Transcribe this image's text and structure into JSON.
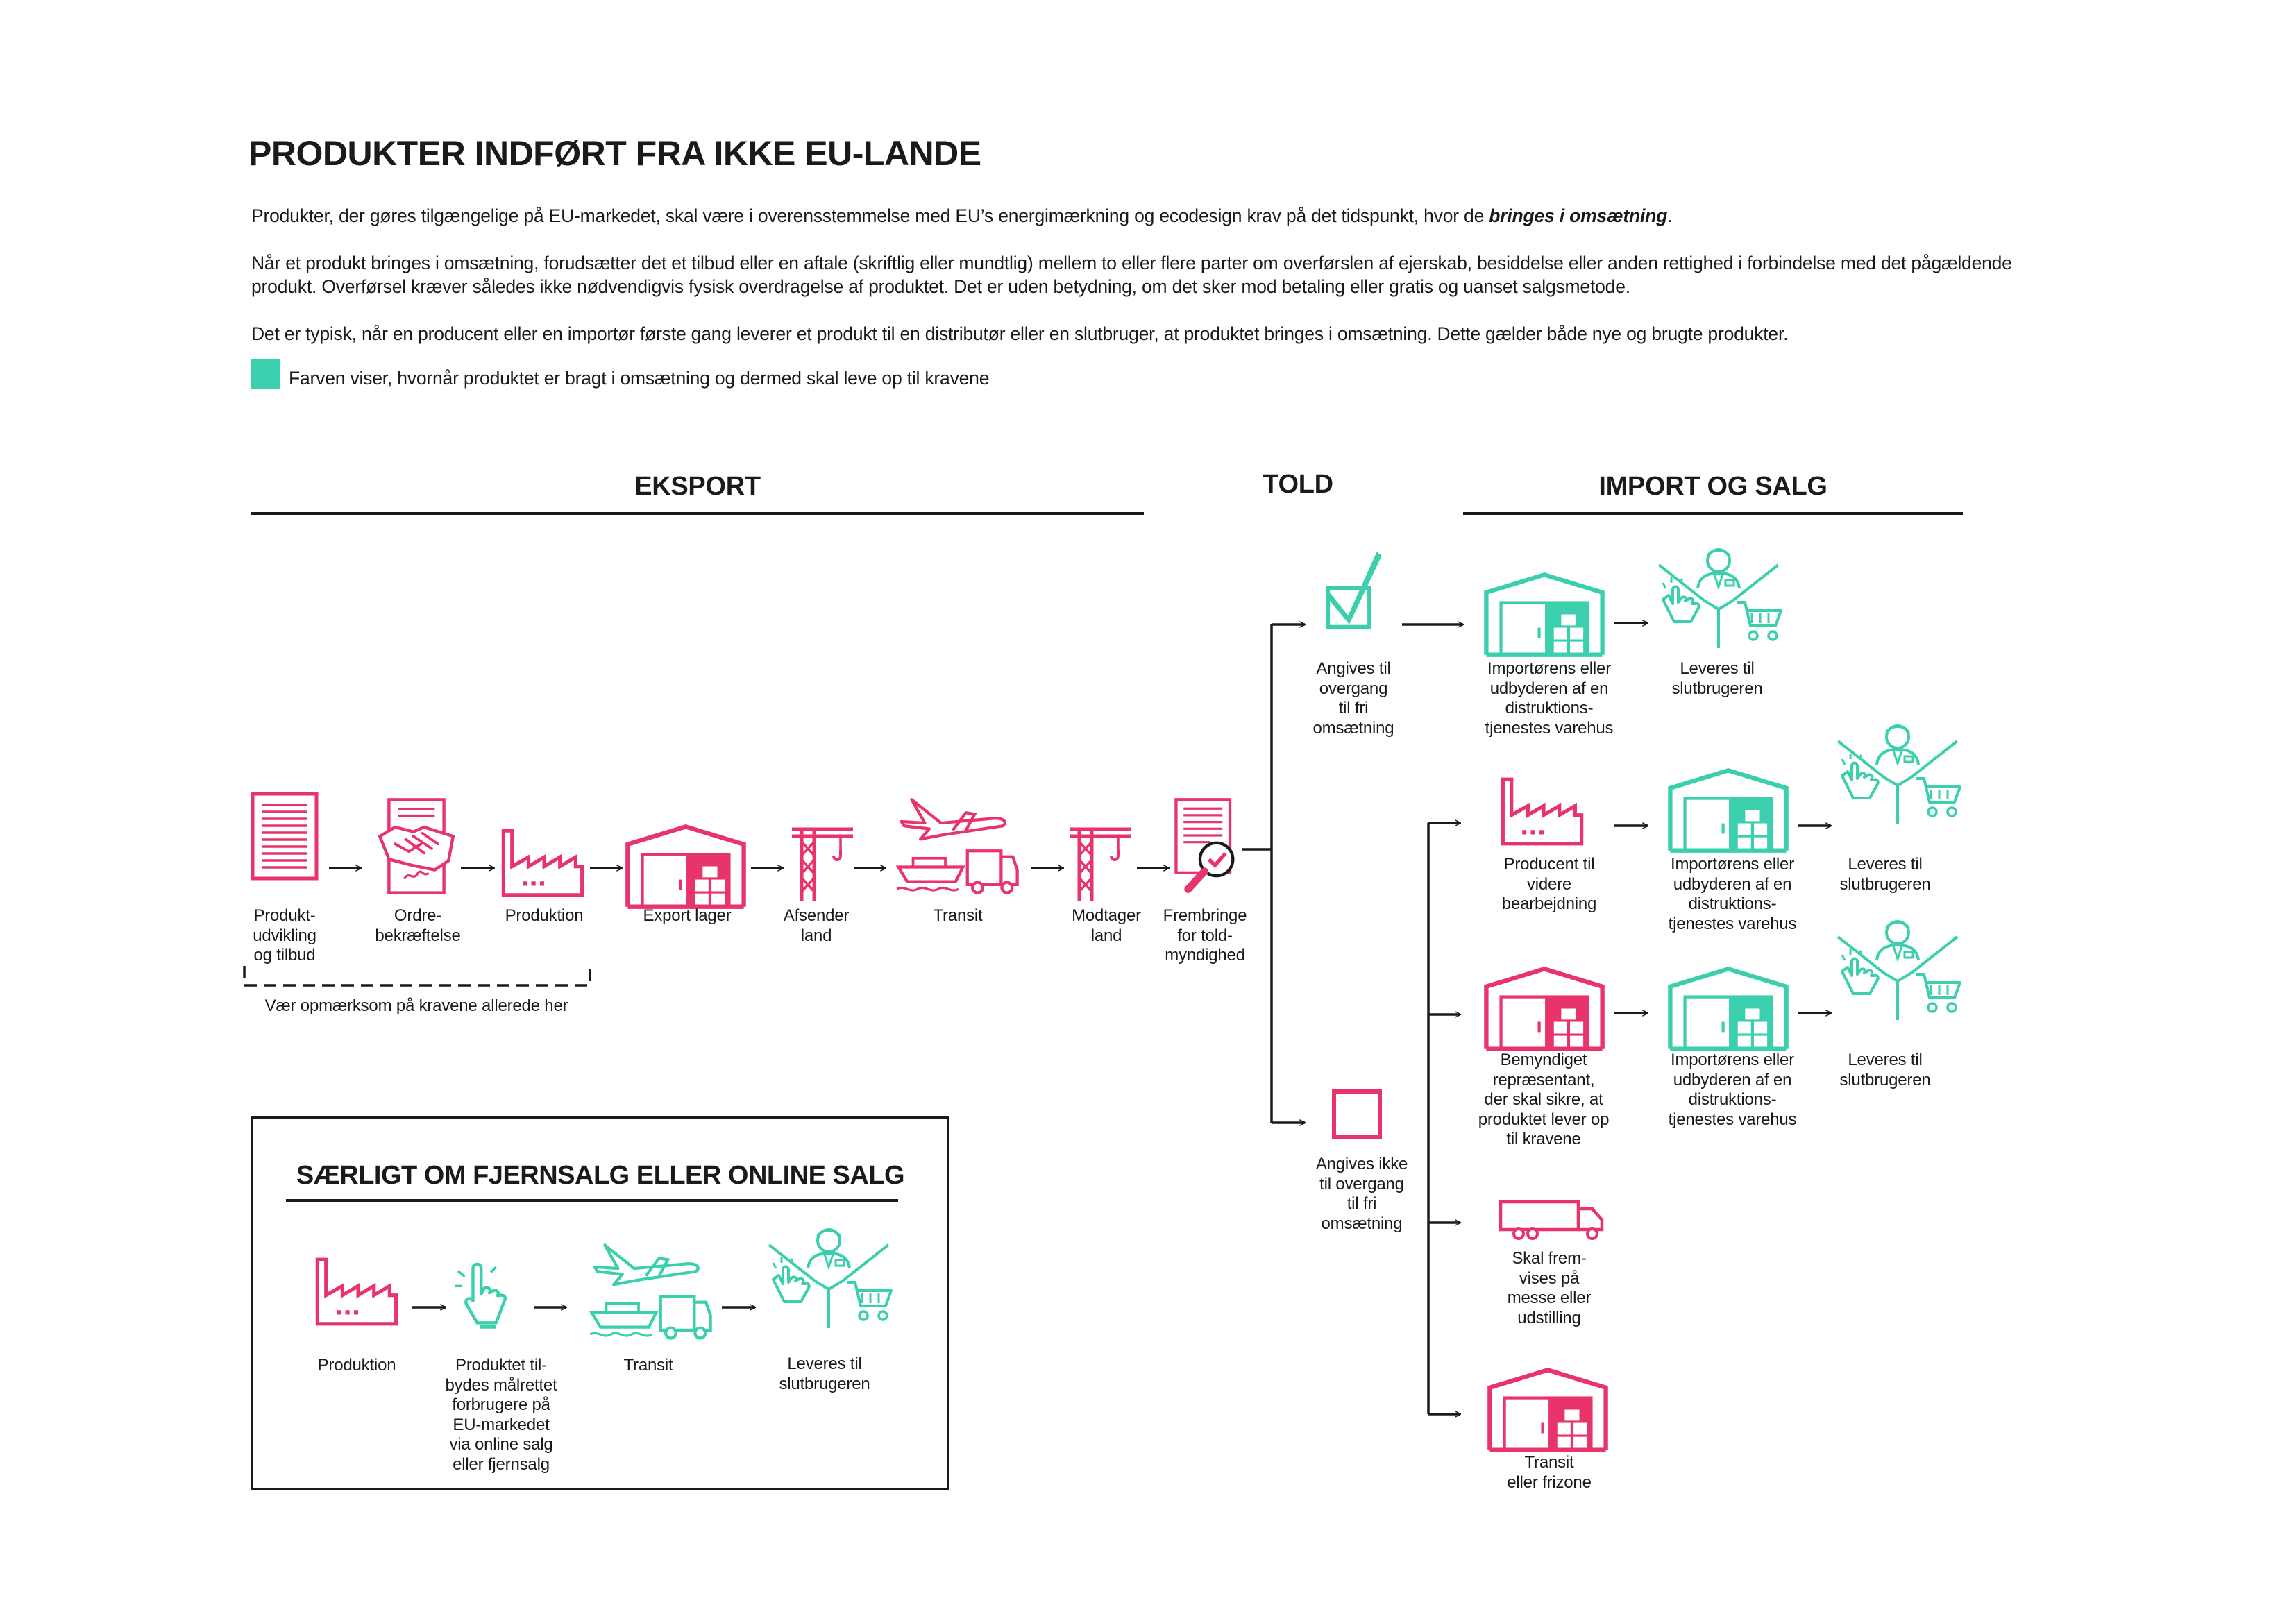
{
  "title": "PRODUKTER INDFØRT FRA IKKE EU-LANDE",
  "intro": {
    "p1_before": "Produkter, der gøres tilgængelige på EU-markedet, skal være i overensstemmelse med EU’s energimærkning og ecodesign krav på det tidspunkt, hvor de ",
    "p1_emph": "bringes i omsætning",
    "p1_after": ".",
    "p2": "Når et produkt bringes i omsætning, forudsætter det et tilbud eller en aftale (skriftlig eller mundtlig) mellem to eller flere parter om overførslen af ejerskab, besiddelse eller anden rettighed i forbindelse med det pågældende produkt. Overførsel kræver således ikke nødvendigvis fysisk overdragelse af produktet. Det er uden betydning, om det sker mod betaling eller gratis og uanset salgsmetode.",
    "p3": "Det er typisk, når en producent eller en importør første gang leverer et produkt til en distributør eller en slutbruger, at produktet bringes i omsætning. Dette gælder både nye og brugte produkter."
  },
  "legend": {
    "text": "Farven viser, hvornår produktet er bragt i omsætning og dermed skal leve op til kravene",
    "color": "#3ccfad"
  },
  "colors": {
    "pink": "#e8336b",
    "green": "#3ccfad",
    "ink": "#1a1a1a"
  },
  "sections": {
    "export": "EKSPORT",
    "customs": "TOLD",
    "import": "IMPORT OG SALG"
  },
  "export_steps": [
    {
      "icon": "document-icon",
      "label": "Produkt-\nudvikling\nog tilbud"
    },
    {
      "icon": "handshake-icon",
      "label": "Ordre-\nbekræftelse"
    },
    {
      "icon": "factory-icon",
      "label": "Produktion"
    },
    {
      "icon": "warehouse-icon",
      "label": "Export lager"
    },
    {
      "icon": "crane-icon",
      "label": "Afsender\nland"
    },
    {
      "icon": "transit-icon",
      "label": "Transit"
    },
    {
      "icon": "crane-icon",
      "label": "Modtager\nland"
    },
    {
      "icon": "customs-document-icon",
      "label": "Frembringe\nfor told-\nmyndighed"
    }
  ],
  "attention_note": "Vær opmærksom på kravene allerede her",
  "customs": {
    "yes_label": "Angives til\novergang\ntil fri\nomsætning",
    "no_label": "Angives ikke\ntil overgang\ntil fri\nomsætning"
  },
  "import_free": {
    "warehouse_label": "Importørens eller\nudbyderen af en\ndistruktions-\ntjenestes varehus",
    "enduser_label": "Leveres til\nslutbrugeren"
  },
  "import_not_free": {
    "producer_label": "Producent til\nvidere\nbearbejdning",
    "producer_warehouse_label": "Importørens eller\nudbyderen af en\ndistruktions-\ntjenestes varehus",
    "producer_enduser_label": "Leveres til\nslutbrugeren",
    "representative_label": "Bemyndiget\nrepræsentant,\nder skal sikre, at\nproduktet lever op\ntil kravene",
    "representative_warehouse_label": "Importørens eller\nudbyderen af en\ndistruktions-\ntjenestes varehus",
    "representative_enduser_label": "Leveres til\nslutbrugeren",
    "fair_label": "Skal frem-\nvises på\nmesse eller\nudstilling",
    "transit_label": "Transit\neller frizone"
  },
  "remote_sales": {
    "title": "SÆRLIGT OM FJERNSALG ELLER ONLINE SALG",
    "steps": [
      {
        "icon": "factory-icon",
        "label": "Produktion"
      },
      {
        "icon": "pointer-hand-icon",
        "label": "Produktet til-\nbydes målrettet\nforbrugere på\nEU-markedet\nvia online salg\neller fjernsalg"
      },
      {
        "icon": "transit-icon",
        "label": "Transit"
      },
      {
        "icon": "end-user-icon",
        "label": "Leveres til\nslutbrugeren"
      }
    ]
  }
}
